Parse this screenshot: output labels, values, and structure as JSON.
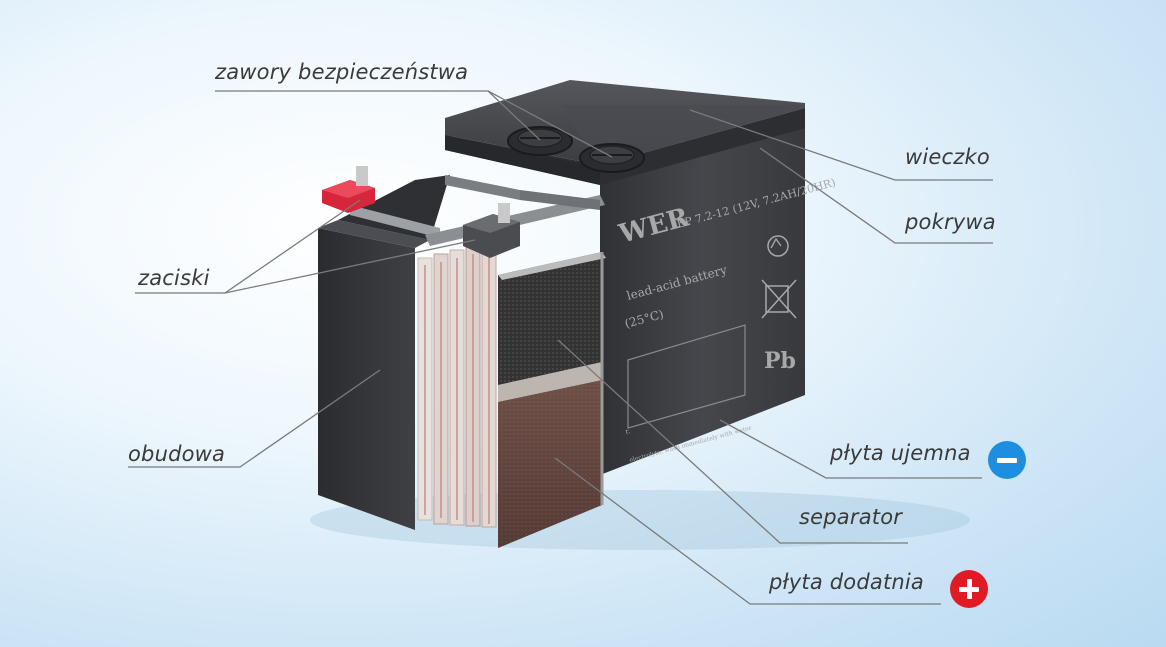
{
  "labels": {
    "valves": "zawory bezpieczeństwa",
    "lid": "wieczko",
    "cover": "pokrywa",
    "terminals": "zaciski",
    "housing": "obudowa",
    "negative_plate": "płyta ujemna",
    "separator": "separator",
    "positive_plate": "płyta dodatnia"
  },
  "battery_print": {
    "brand_fragment": "WER",
    "model": "EP 7.2-12 (12V, 7.2AH/20HR)",
    "type": "lead-acid battery",
    "temp": "(25°C)",
    "pb": "Pb",
    "small_warning": "electrolyte, wash immediately with water.",
    "small_fragment": "r."
  },
  "colors": {
    "negative_badge": "#1e8fe0",
    "positive_badge": "#e01b24",
    "leader_line": "#7a7a7a",
    "battery_body": "#3b3d41",
    "terminal_red": "#d6263a"
  },
  "icons": {
    "negative": "minus-icon",
    "positive": "plus-icon"
  }
}
